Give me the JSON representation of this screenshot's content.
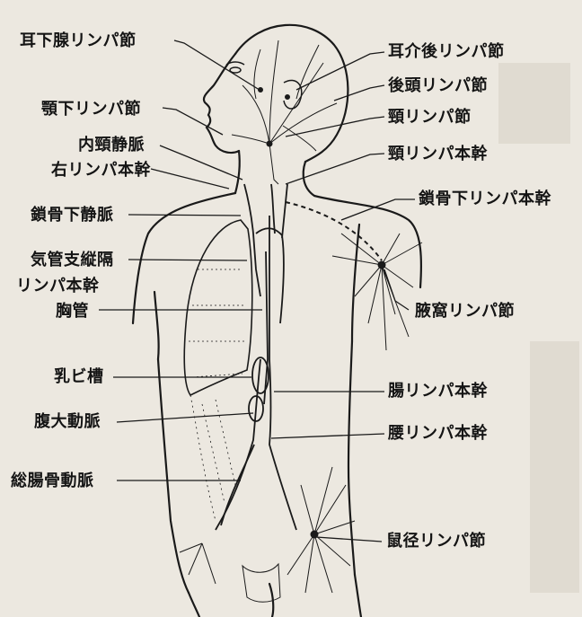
{
  "figure": {
    "labels_left": [
      "耳下腺リンパ節",
      "顎下リンパ節",
      "内頸静脈",
      "右リンパ本幹",
      "鎖骨下静脈",
      "気管支縦隔",
      "リンパ本幹",
      "胸管",
      "乳ビ槽",
      "腹大動脈",
      "総腸骨動脈"
    ],
    "labels_right": [
      "耳介後リンパ節",
      "後頭リンパ節",
      "頸リンパ節",
      "頸リンパ本幹",
      "鎖骨下リンパ本幹",
      "腋窩リンパ節",
      "腸リンパ本幹",
      "腰リンパ本幹",
      "鼠径リンパ節"
    ]
  },
  "colors": {
    "ink": "#1a1a1a",
    "paper": "#ece8e0"
  }
}
